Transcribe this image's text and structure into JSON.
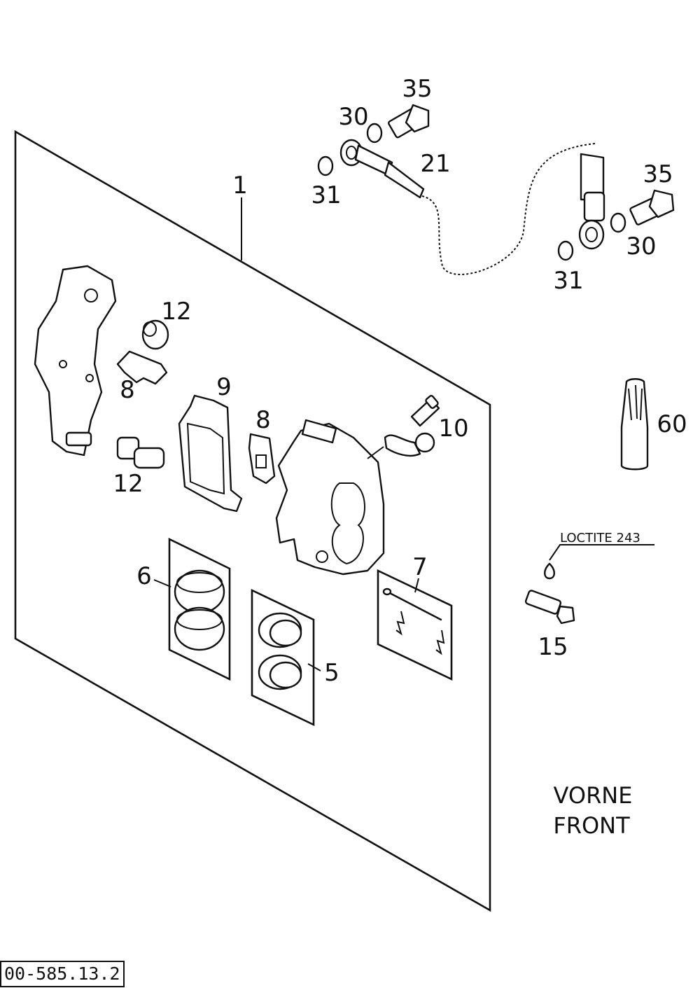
{
  "callouts": {
    "c1": "1",
    "c35a": "35",
    "c30a": "30",
    "c21": "21",
    "c31a": "31",
    "c35b": "35",
    "c30b": "30",
    "c31b": "31",
    "c12a": "12",
    "c8a": "8",
    "c9": "9",
    "c8b": "8",
    "c10": "10",
    "c12b": "12",
    "c60": "60",
    "c6": "6",
    "c7": "7",
    "c5": "5",
    "c15": "15"
  },
  "loctite_label": "LOCTITE 243",
  "caption": {
    "line1": "VORNE",
    "line2": "FRONT"
  },
  "doc_number": "00-585.13.2"
}
